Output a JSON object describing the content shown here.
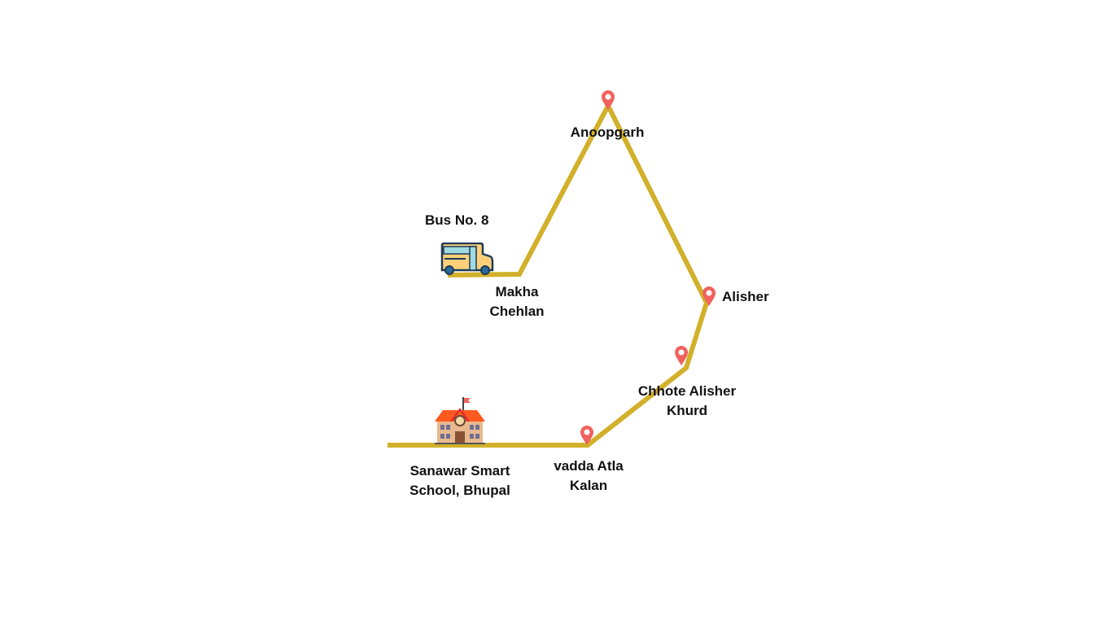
{
  "bus_label": "Bus No. 8",
  "stops": [
    {
      "name_line1": "Makha",
      "name_line2": "Chehlan"
    },
    {
      "name_line1": "Anoopgarh",
      "name_line2": ""
    },
    {
      "name_line1": "Alisher",
      "name_line2": ""
    },
    {
      "name_line1": "Chhote Alisher",
      "name_line2": "Khurd"
    },
    {
      "name_line1": "vadda Atla",
      "name_line2": "Kalan"
    }
  ],
  "destination": {
    "name_line1": "Sanawar Smart",
    "name_line2": "School, Bhupal"
  },
  "colors": {
    "route": "#d2b02a",
    "pin": "#f0625f",
    "text": "#111111"
  },
  "icons": [
    "bus-icon",
    "school-icon",
    "map-pin-icon"
  ]
}
